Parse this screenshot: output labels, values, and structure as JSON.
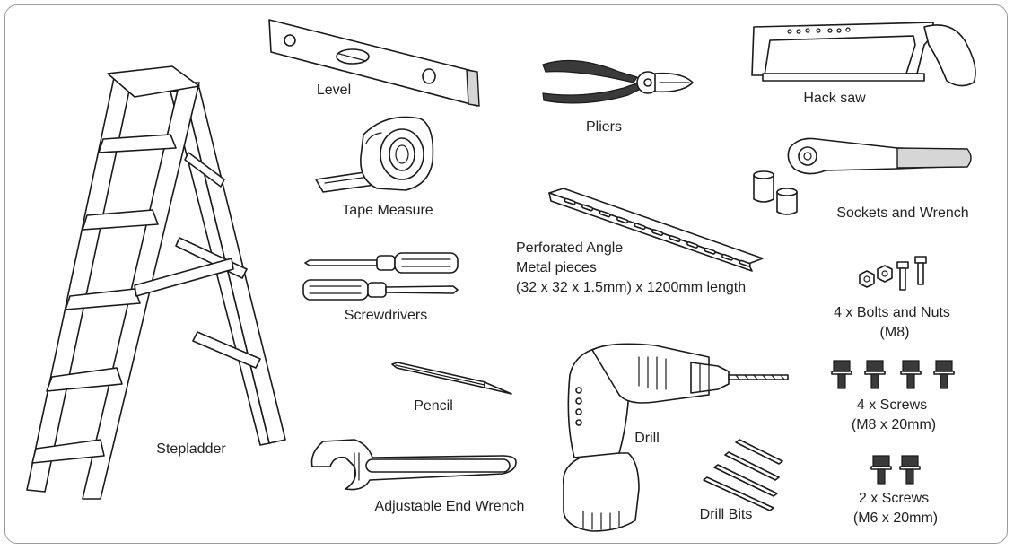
{
  "items": {
    "stepladder": "Stepladder",
    "level": "Level",
    "tape_measure": "Tape Measure",
    "screwdrivers": "Screwdrivers",
    "pencil": "Pencil",
    "adjustable_wrench": "Adjustable End Wrench",
    "pliers": "Pliers",
    "angle_line1": "Perforated Angle",
    "angle_line2": "Metal pieces",
    "angle_line3": "(32 x 32 x 1.5mm) x 1200mm length",
    "drill": "Drill",
    "drill_bits": "Drill Bits",
    "hack_saw": "Hack saw",
    "sockets_wrench": "Sockets and Wrench",
    "bolts_line1": "4 x Bolts and Nuts",
    "bolts_line2": "(M8)",
    "screws_m8_line1": "4 x Screws",
    "screws_m8_line2": "(M8 x 20mm)",
    "screws_m6_line1": "2 x Screws",
    "screws_m6_line2": "(M6 x 20mm)"
  },
  "colors": {
    "border": "#9a9a9a",
    "ink": "#1a1a1a",
    "text": "#222222"
  }
}
